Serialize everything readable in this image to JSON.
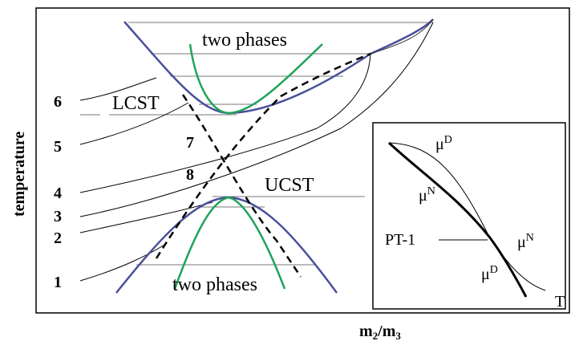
{
  "diagram": {
    "y_axis_label": "temperature",
    "x_axis_label": "m2/m3",
    "x_axis_label_sub": [
      "2",
      "3"
    ],
    "region_top": "two phases",
    "region_bottom": "two phases",
    "lcst": "LCST",
    "ucst": "UCST",
    "curve_numbers": [
      "1",
      "2",
      "3",
      "4",
      "5",
      "6",
      "7",
      "8"
    ],
    "colors": {
      "envelope": "#4a4f9a",
      "spinodal": "#1fa35a",
      "line": "#000000"
    }
  },
  "inset": {
    "axis_label": "T",
    "pt_label": "PT-1",
    "mu_labels": [
      {
        "base": "μ",
        "sup": "D"
      },
      {
        "base": "μ",
        "sup": "N"
      },
      {
        "base": "μ",
        "sup": "N"
      },
      {
        "base": "μ",
        "sup": "D"
      }
    ]
  }
}
